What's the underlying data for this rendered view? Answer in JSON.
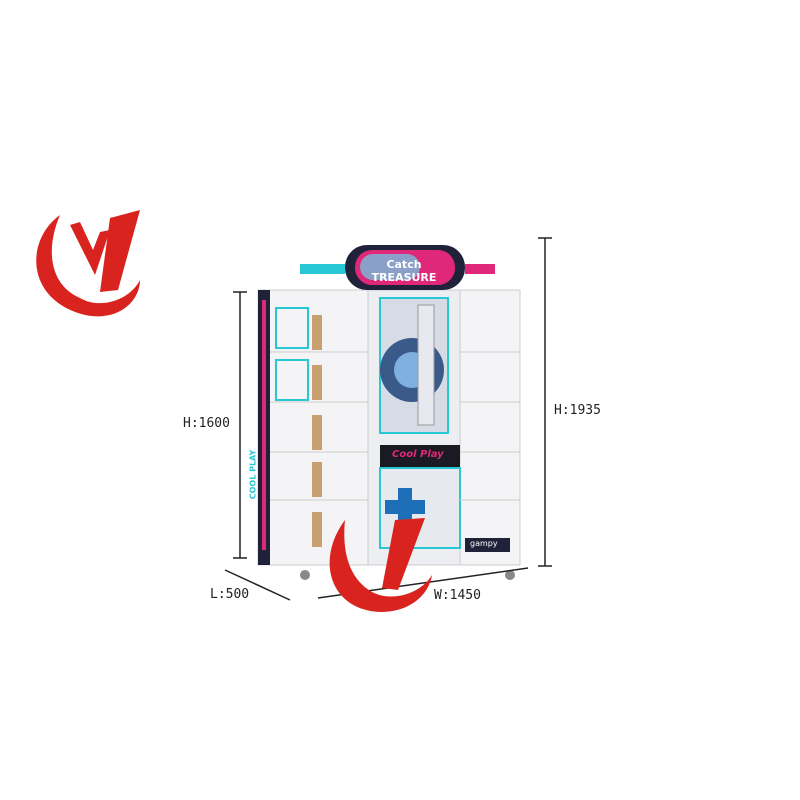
{
  "dimensions": {
    "height_left": "H:1600",
    "height_right": "H:1935",
    "length": "L:500",
    "width": "W:1450"
  },
  "machine": {
    "marquee_logo": "Catch TREASURE",
    "panel_label": "Cool Play",
    "side_label": "COOL PLAY",
    "brand_plate": "gampy"
  },
  "colors": {
    "logo_red": "#d9231f",
    "accent_pink": "#e0287a",
    "accent_cyan": "#27c7d6",
    "cabinet": "#f4f4f6"
  },
  "icons": [
    "brand-logo-icon",
    "dpad-icon"
  ]
}
